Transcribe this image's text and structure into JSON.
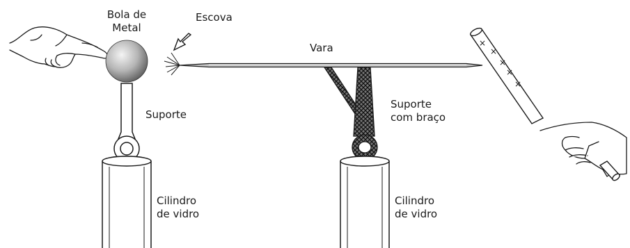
{
  "labels": {
    "metal_ball": [
      "Bola de",
      "Metal"
    ],
    "brush": "Escova",
    "rod": "Vara",
    "support": "Suporte",
    "support_arm": [
      "Suporte",
      "com braço"
    ],
    "glass_cylinder_left": [
      "Cilindro",
      "de vidro"
    ],
    "glass_cylinder_right": [
      "Cilindro",
      "de vidro"
    ]
  },
  "charge_marks": [
    "×",
    "×",
    "×",
    "×",
    "×"
  ],
  "colors": {
    "line": "#1a1a1a",
    "ball_light": "#e8e8e8",
    "ball_dark": "#6a6a6a",
    "support_arm_fill": "#555555",
    "glass_fill": "#ffffff"
  }
}
